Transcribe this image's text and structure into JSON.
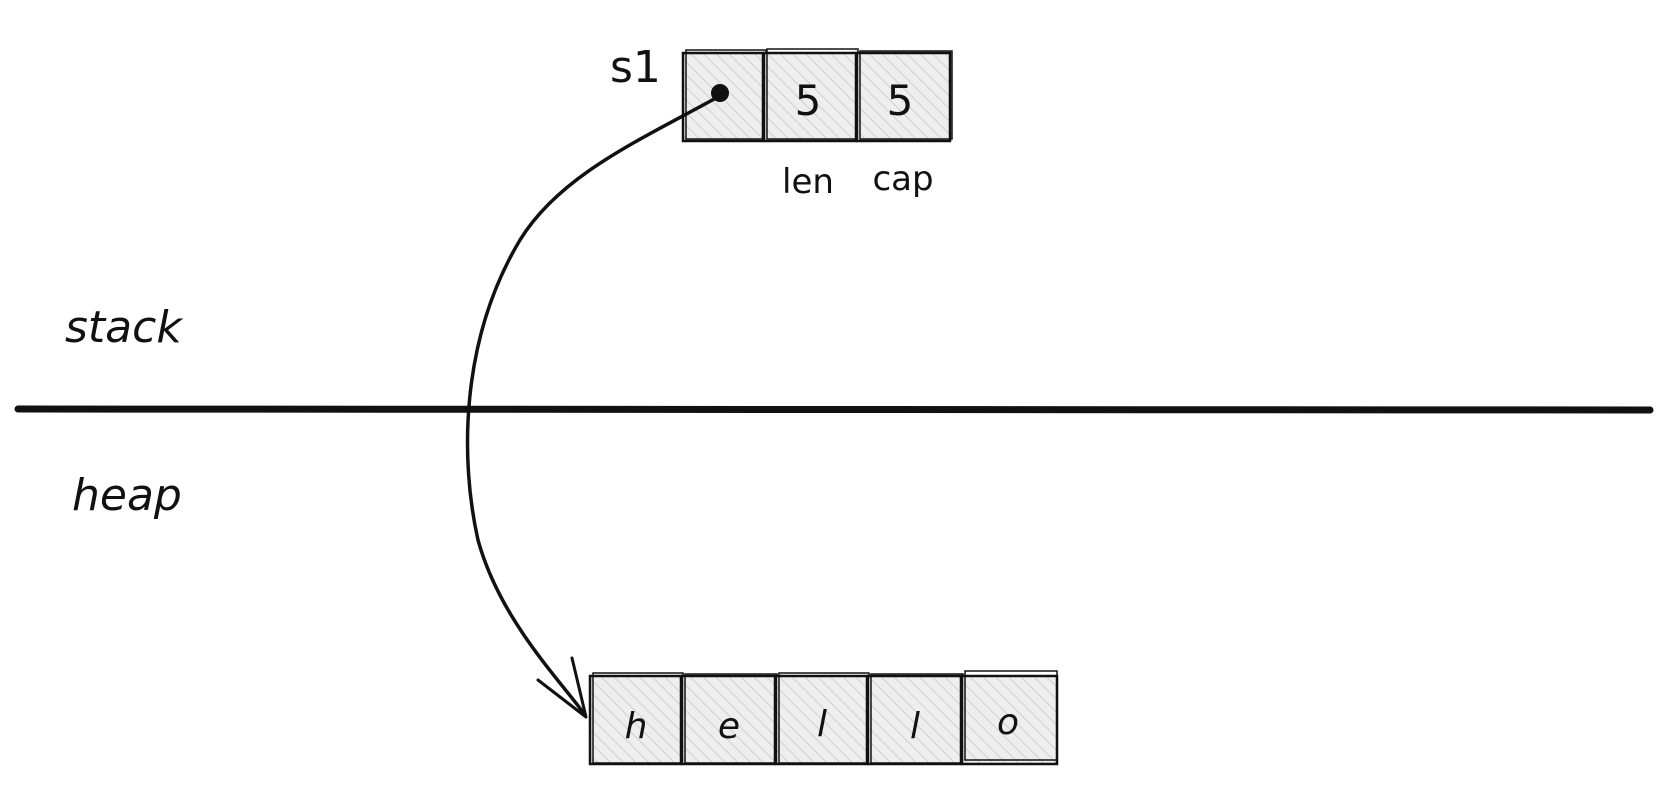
{
  "regions": {
    "stack_label": "stack",
    "heap_label": "heap"
  },
  "stack_struct": {
    "var_name": "s1",
    "cells": [
      {
        "kind": "pointer",
        "value": ""
      },
      {
        "kind": "value",
        "value": "5"
      },
      {
        "kind": "value",
        "value": "5"
      }
    ],
    "field_labels": [
      "len",
      "cap"
    ]
  },
  "heap_buffer": {
    "chars": [
      "h",
      "e",
      "l",
      "l",
      "o"
    ]
  },
  "colors": {
    "ink": "#111111",
    "cell_fill": "#e7e7e7",
    "hatch": "#c9c9c9",
    "background": "#ffffff"
  }
}
